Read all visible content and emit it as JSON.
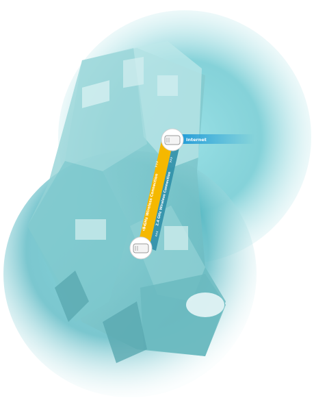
{
  "diagram": {
    "internet_label": "Internet",
    "links": [
      {
        "label": "5 GHz Wireless Connection",
        "band": "5 GHz",
        "color": "#F5B800"
      },
      {
        "label": "2.4 GHz Wireless Connection",
        "band": "2.4 GHz",
        "color": "#2F8FA8"
      }
    ],
    "devices": [
      {
        "name": "primary-node-icon"
      },
      {
        "name": "satellite-node-icon"
      }
    ],
    "colors": {
      "coverage": "#3FB7C4",
      "internet_bar": "#1E9BD7",
      "house": "#8FD0D3"
    }
  }
}
